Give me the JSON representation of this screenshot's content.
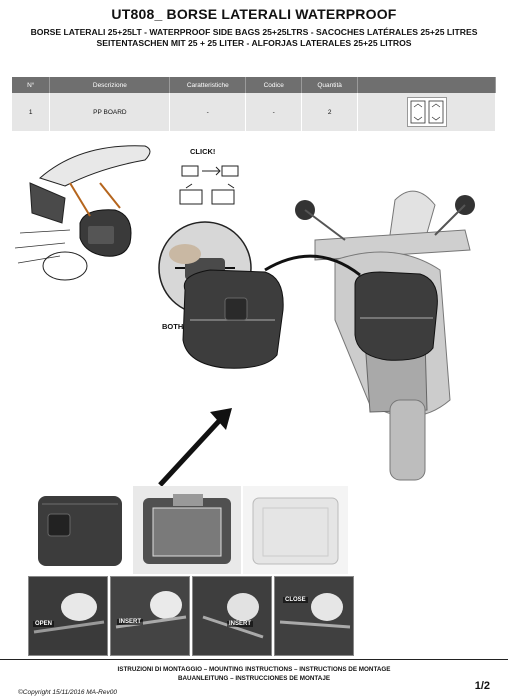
{
  "header": {
    "title": "UT808_ BORSE LATERALI WATERPROOF",
    "subtitle_1": "BORSE LATERALI 25+25LT - WATERPROOF SIDE BAGS 25+25LTRS - SACOCHES LATÉRALES 25+25 LITRES",
    "subtitle_2": "SEITENTASCHEN MIT 25 + 25 LITER - ALFORJAS LATERALES 25+25 LITROS"
  },
  "parts_table": {
    "columns": [
      "N°",
      "Descrizione",
      "Caratteristiche",
      "Codice",
      "Quantità"
    ],
    "rows": [
      {
        "n": "1",
        "descrizione": "PP BOARD",
        "caratteristiche": "-",
        "codice": "-",
        "quantita": "2"
      }
    ]
  },
  "figure_labels": {
    "click": "CLICK!",
    "unlock": "BOTH PRESS TO UNLOCK"
  },
  "step_labels": [
    "OPEN",
    "INSERT",
    "INSERT",
    "CLOSE"
  ],
  "footer": {
    "line_1": "ISTRUZIONI DI MONTAGGIO – MOUNTING INSTRUCTIONS – INSTRUCTIONS DE MONTAGE",
    "line_2": "BAUANLEITUNG – INSTRUCCIONES DE MONTAJE",
    "copyright": "©Copyright 15/11/2016 MA-Rev00",
    "page": "1/2"
  }
}
